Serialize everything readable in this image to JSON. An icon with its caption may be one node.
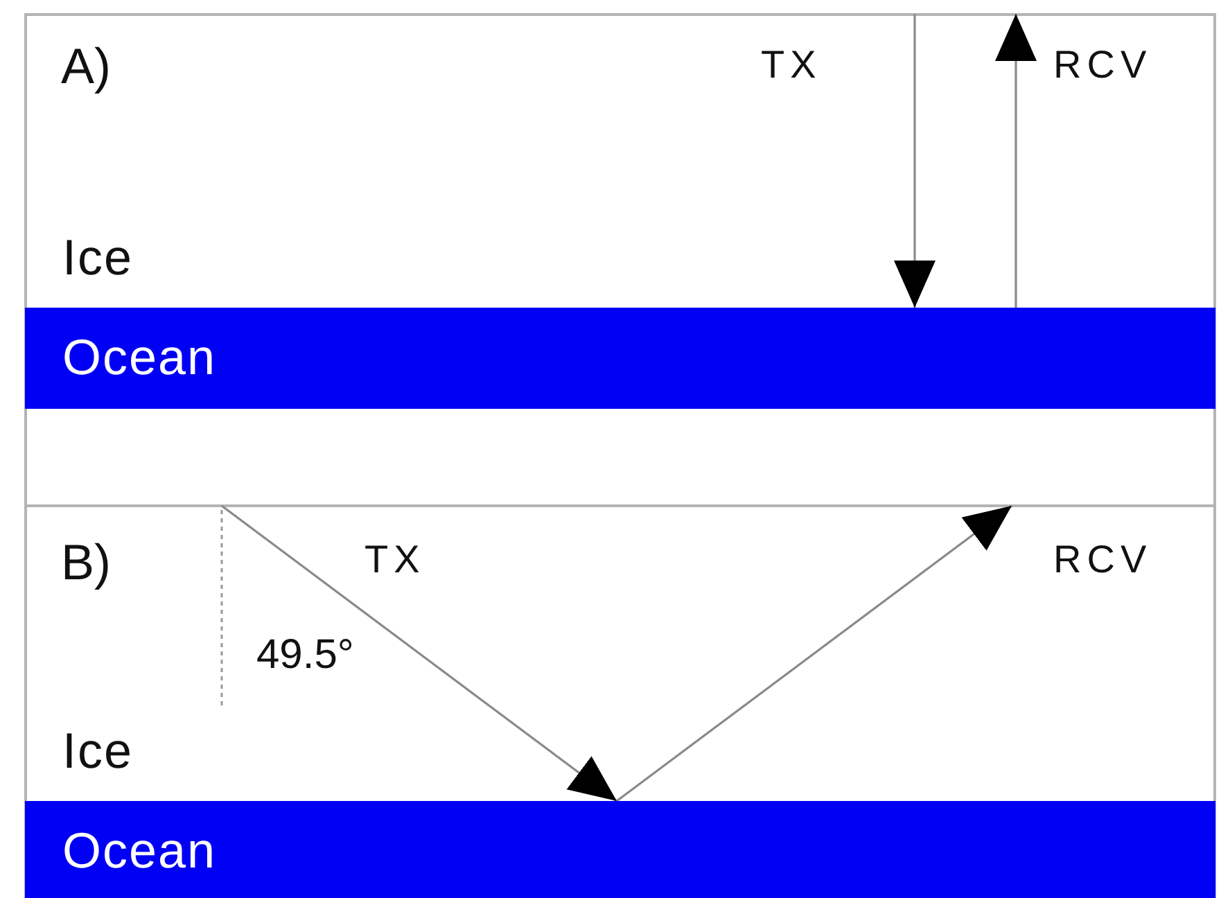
{
  "diagram": {
    "nodes": [
      {
        "text": [
          "Ice"
        ]
      },
      {
        "text": [
          "Ocean"
        ]
      },
      {
        "text": [
          "Ice"
        ]
      },
      {
        "text": [
          "Ocean"
        ]
      }
    ],
    "edges": [
      {
        "from": null,
        "to": 1,
        "arrow": "to"
      },
      {
        "from": 1,
        "to": null,
        "arrow": "to"
      },
      {
        "from": null,
        "to": 3,
        "arrow": "to"
      },
      {
        "from": 3,
        "to": null,
        "arrow": "to"
      }
    ],
    "labels": [
      "A)",
      "TX",
      "RCV",
      "B)",
      "TX",
      "RCV",
      "49.5°"
    ]
  }
}
